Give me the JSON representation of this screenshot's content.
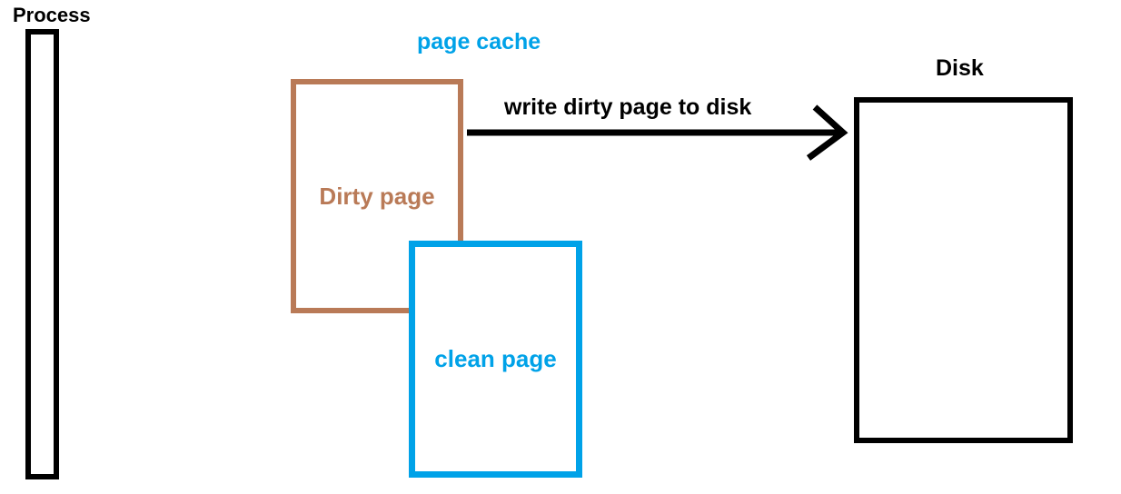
{
  "diagram": {
    "title": "page cache",
    "labels": {
      "process": "Process",
      "page_cache": "page cache",
      "dirty_page": "Dirty page",
      "clean_page": "clean page",
      "write_arrow": "write dirty page to disk",
      "disk": "Disk"
    }
  },
  "colors": {
    "ink": "#000000",
    "brown": "#b97a57",
    "blue": "#00a2e8",
    "bg": "#ffffff"
  }
}
